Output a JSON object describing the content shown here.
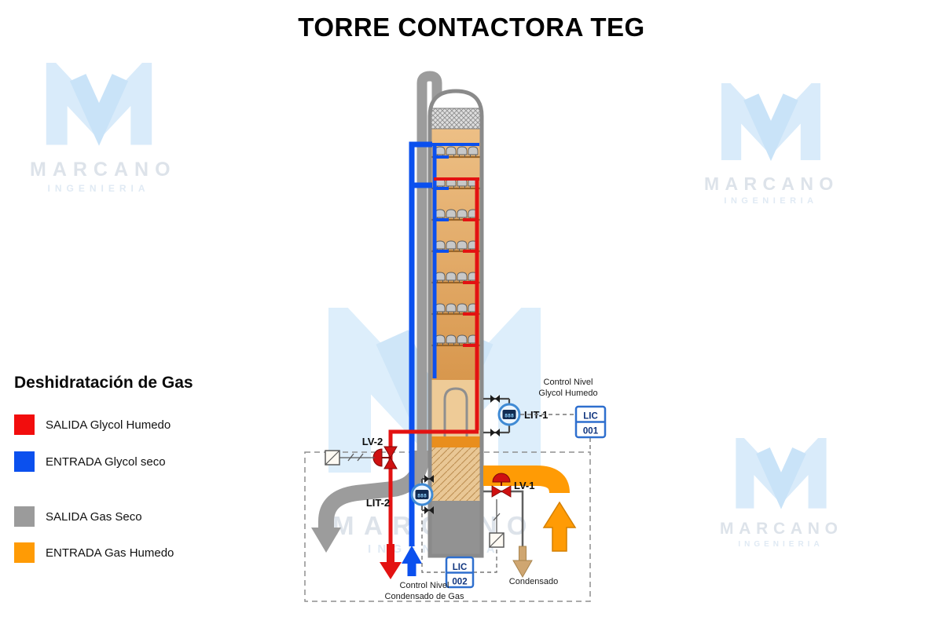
{
  "title": "TORRE CONTACTORA TEG",
  "watermark": {
    "name": "MARCANO",
    "subtitle": "INGENIERIA"
  },
  "legend": {
    "heading": "Deshidratación de Gas",
    "items": [
      {
        "label": "SALIDA Glycol Humedo",
        "color": "#f20d0d"
      },
      {
        "label": "ENTRADA Glycol seco",
        "color": "#0b50ee"
      },
      {
        "label": "SALIDA Gas Seco",
        "color": "#9b9b9b"
      },
      {
        "label": "ENTRADA Gas Humedo",
        "color": "#ff9b05"
      }
    ]
  },
  "diagram": {
    "valves": {
      "lv1": "LV-1",
      "lv2": "LV-2"
    },
    "transmitters": {
      "lit1": "LIT-1",
      "lit1_display": "888",
      "lit2": "LIT-2",
      "lit2_display": "888"
    },
    "controllers": {
      "lic1": {
        "tag": "LIC",
        "number": "001"
      },
      "lic2": {
        "tag": "LIC",
        "number": "002"
      }
    },
    "notes": {
      "control1_line1": "Control Nivel",
      "control1_line2": "Glycol Humedo",
      "control2_line1": "Control Nivel",
      "control2_line2": "Condensado de Gas",
      "condensado": "Condensado"
    },
    "colors": {
      "glycol_out": "#e31212",
      "glycol_in": "#0b50ee",
      "dry_gas": "#9b9b9b",
      "wet_gas": "#ff9b05",
      "condensate": "#cfa671",
      "instrument_blue": "#2e6fce"
    }
  }
}
